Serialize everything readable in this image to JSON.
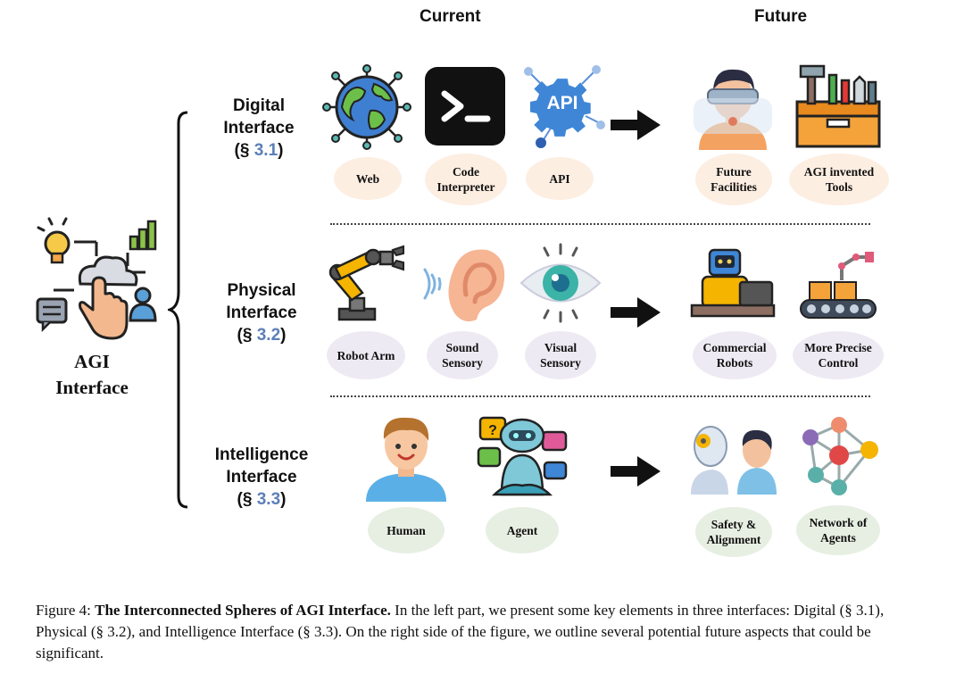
{
  "headers": {
    "current": "Current",
    "future": "Future"
  },
  "agi_label": {
    "line1": "AGI",
    "line2": "Interface"
  },
  "rows": [
    {
      "label_line1": "Digital",
      "label_line2": "Interface",
      "ref_prefix": "(§ ",
      "ref_num": "3.1",
      "ref_suffix": ")",
      "current": [
        {
          "line1": "Web",
          "line2": "",
          "icon": "globe-network-icon"
        },
        {
          "line1": "Code",
          "line2": "Interpreter",
          "icon": "terminal-icon"
        },
        {
          "line1": "API",
          "line2": "",
          "icon": "api-gear-icon"
        }
      ],
      "future": [
        {
          "line1": "Future",
          "line2": "Facilities",
          "icon": "vr-headset-person-icon"
        },
        {
          "line1": "AGI invented",
          "line2": "Tools",
          "icon": "toolbox-icon"
        }
      ]
    },
    {
      "label_line1": "Physical",
      "label_line2": "Interface",
      "ref_prefix": "(§ ",
      "ref_num": "3.2",
      "ref_suffix": ")",
      "current": [
        {
          "line1": "Robot Arm",
          "line2": "",
          "icon": "robot-arm-icon"
        },
        {
          "line1": "Sound",
          "line2": "Sensory",
          "icon": "ear-icon"
        },
        {
          "line1": "Visual",
          "line2": "Sensory",
          "icon": "eye-icon"
        }
      ],
      "future": [
        {
          "line1": "Commercial",
          "line2": "Robots",
          "icon": "robot-laptop-icon"
        },
        {
          "line1": "More Precise",
          "line2": "Control",
          "icon": "conveyor-icon"
        }
      ]
    },
    {
      "label_line1": "Intelligence",
      "label_line2": "Interface",
      "ref_prefix": "(§ ",
      "ref_num": "3.3",
      "ref_suffix": ")",
      "current": [
        {
          "line1": "Human",
          "line2": "",
          "icon": "human-avatar-icon"
        },
        {
          "line1": "Agent",
          "line2": "",
          "icon": "chat-robot-icon"
        }
      ],
      "future": [
        {
          "line1": "Safety &",
          "line2": "Alignment",
          "icon": "human-robot-icon"
        },
        {
          "line1": "Network of",
          "line2": "Agents",
          "icon": "network-icon"
        }
      ]
    }
  ],
  "caption": {
    "prefix": "Figure 4: ",
    "title": "The Interconnected Spheres of AGI Interface.",
    "body": " In the left part, we present some key elements in three interfaces: Digital (§ 3.1), Physical (§ 3.2), and Intelligence Interface (§ 3.3). On the right side of the figure, we outline several potential future aspects that could be significant."
  },
  "colors": {
    "row1_pill": "#fdeee2",
    "row2_pill": "#eeeaf3",
    "row3_pill": "#e7efe3",
    "ref": "#5b7fb8"
  }
}
